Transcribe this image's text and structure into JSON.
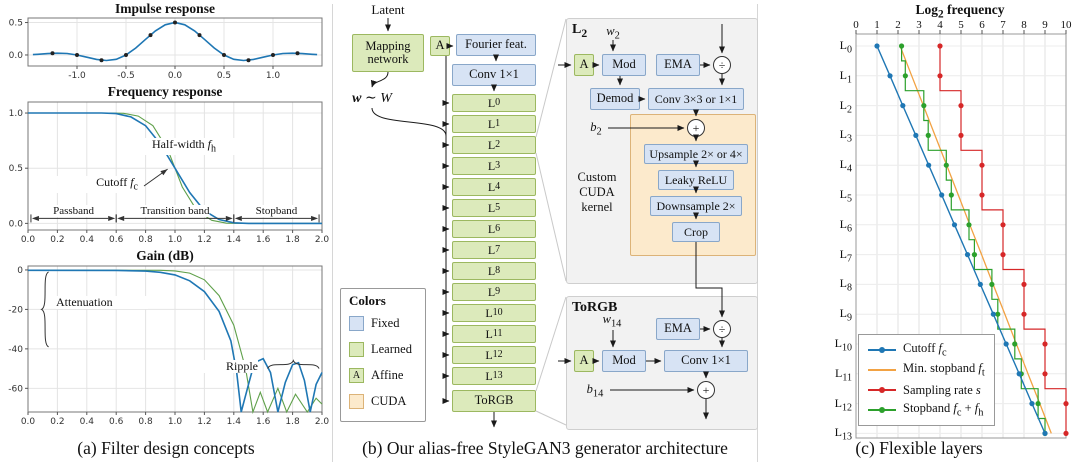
{
  "panel_a": {
    "caption": "(a) Filter design concepts"
  },
  "panel_b": {
    "caption": "(b) Our alias-free StyleGAN3 generator architecture",
    "latent": "Latent",
    "mapping_network": "Mapping\nnetwork",
    "w_label": "<b><i>w</i></b> ∼ <i>W</i>",
    "affine_symbol": "A",
    "fourier": "Fourier feat.",
    "conv1": "Conv 1×1",
    "layers": [
      "L<sub>0</sub>",
      "L<sub>1</sub>",
      "L<sub>2</sub>",
      "L<sub>3</sub>",
      "L<sub>4</sub>",
      "L<sub>5</sub>",
      "L<sub>6</sub>",
      "L<sub>7</sub>",
      "L<sub>8</sub>",
      "L<sub>9</sub>",
      "L<sub>10</sub>",
      "L<sub>11</sub>",
      "L<sub>12</sub>",
      "L<sub>13</sub>"
    ],
    "torgb": "ToRGB",
    "colors": {
      "fixed": "#d7e3f4",
      "fixed_b": "#89a7c9",
      "learned": "#dceabb",
      "learned_b": "#9cb860",
      "cuda": "#fceacc",
      "cuda_b": "#dcb378"
    },
    "legend": {
      "title": "Colors",
      "items": [
        {
          "label": "Fixed",
          "key": "fixed"
        },
        {
          "label": "Learned",
          "key": "learned"
        },
        {
          "label": "Affine",
          "key": "learned",
          "symbol": "A"
        },
        {
          "label": "CUDA",
          "key": "cuda"
        }
      ]
    },
    "l2_panel": {
      "title": "L<sub>2</sub>",
      "w": "<i>w</i><sub>2</sub>",
      "a": "A",
      "mod": "Mod",
      "ema": "EMA",
      "div": "÷",
      "demod": "Demod",
      "conv": "Conv 3×3 or 1×1",
      "b": "<i>b</i><sub>2</sub>",
      "plus": "+",
      "cuda_label": "Custom\nCUDA\nkernel",
      "upsample": "Upsample 2× or 4×",
      "lrelu": "Leaky ReLU",
      "downsample": "Downsample 2×",
      "crop": "Crop"
    },
    "torgb_panel": {
      "title": "ToRGB",
      "w": "<i>w</i><sub>14</sub>",
      "a": "A",
      "mod": "Mod",
      "ema": "EMA",
      "div": "÷",
      "conv": "Conv 1×1",
      "b": "<i>b</i><sub>14</sub>",
      "plus": "+"
    }
  },
  "panel_c": {
    "caption": "(c) Flexible layers"
  },
  "chart_data": [
    {
      "id": "impulse-response",
      "type": "line",
      "title": "Impulse response",
      "xlim": [
        -1.5,
        1.5
      ],
      "ylim": [
        -0.17,
        0.57
      ],
      "xticks": {
        "values": [
          -1,
          -0.5,
          0,
          0.5,
          1
        ],
        "labels": [
          "-1.0",
          "-0.5",
          "0.0",
          "0.5",
          "1.0"
        ]
      },
      "yticks": {
        "values": [
          0.5,
          0
        ],
        "labels": [
          "0.5",
          "0.0"
        ]
      },
      "series": [
        {
          "id": "impulse",
          "color": "#1f77b4",
          "width": 1.6,
          "points": [
            [
              -1.45,
              0.005
            ],
            [
              -1.4,
              0.01
            ],
            [
              -1.3,
              0.021
            ],
            [
              -1.2,
              0.028
            ],
            [
              -1.1,
              0.022
            ],
            [
              -1.0,
              0
            ],
            [
              -0.9,
              -0.034
            ],
            [
              -0.8,
              -0.069
            ],
            [
              -0.7,
              -0.085
            ],
            [
              -0.6,
              -0.066
            ],
            [
              -0.5,
              0
            ],
            [
              -0.4,
              0.108
            ],
            [
              -0.3,
              0.241
            ],
            [
              -0.2,
              0.371
            ],
            [
              -0.1,
              0.465
            ],
            [
              0,
              0.5
            ],
            [
              0.1,
              0.465
            ],
            [
              0.2,
              0.371
            ],
            [
              0.3,
              0.241
            ],
            [
              0.4,
              0.108
            ],
            [
              0.5,
              0
            ],
            [
              0.6,
              -0.066
            ],
            [
              0.7,
              -0.085
            ],
            [
              0.8,
              -0.069
            ],
            [
              0.9,
              -0.034
            ],
            [
              1.0,
              0
            ],
            [
              1.1,
              0.022
            ],
            [
              1.2,
              0.028
            ],
            [
              1.3,
              0.021
            ],
            [
              1.4,
              0.01
            ],
            [
              1.45,
              0.005
            ]
          ]
        }
      ],
      "markers": {
        "color": "#222",
        "r": 2,
        "points": [
          [
            -1.25,
            0.026
          ],
          [
            -1,
            0
          ],
          [
            -0.75,
            -0.082
          ],
          [
            -0.5,
            0
          ],
          [
            -0.25,
            0.306
          ],
          [
            0,
            0.5
          ],
          [
            0.25,
            0.306
          ],
          [
            0.5,
            0
          ],
          [
            0.75,
            -0.082
          ],
          [
            1,
            0
          ],
          [
            1.25,
            0.026
          ]
        ]
      }
    },
    {
      "id": "frequency-response",
      "type": "line",
      "title": "Frequency response",
      "xlim": [
        0,
        2
      ],
      "ylim": [
        -0.06,
        1.1
      ],
      "xticks": {
        "values": [
          0,
          0.2,
          0.4,
          0.6,
          0.8,
          1,
          1.2,
          1.4,
          1.6,
          1.8,
          2
        ],
        "labels": [
          "0.0",
          "0.2",
          "0.4",
          "0.6",
          "0.8",
          "1.0",
          "1.2",
          "1.4",
          "1.6",
          "1.8",
          "2.0"
        ]
      },
      "yticks": {
        "values": [
          1,
          0.5,
          0
        ],
        "labels": [
          "1.0",
          "0.5",
          "0.0"
        ]
      },
      "series": [
        {
          "id": "ideal-response",
          "color": "#5fa04a",
          "width": 1.1,
          "points": [
            [
              0,
              1
            ],
            [
              0.55,
              1
            ],
            [
              0.65,
              0.998
            ],
            [
              0.75,
              0.972
            ],
            [
              0.85,
              0.885
            ],
            [
              0.95,
              0.67
            ],
            [
              1.0,
              0.5
            ],
            [
              1.05,
              0.33
            ],
            [
              1.15,
              0.115
            ],
            [
              1.25,
              0.028
            ],
            [
              1.35,
              0.002
            ],
            [
              1.45,
              0
            ],
            [
              2,
              0
            ]
          ]
        },
        {
          "id": "filter-response",
          "color": "#1f77b4",
          "width": 1.6,
          "points": [
            [
              0,
              1
            ],
            [
              0.5,
              1
            ],
            [
              0.6,
              0.995
            ],
            [
              0.7,
              0.965
            ],
            [
              0.8,
              0.885
            ],
            [
              0.9,
              0.72
            ],
            [
              1.0,
              0.5
            ],
            [
              1.1,
              0.28
            ],
            [
              1.2,
              0.115
            ],
            [
              1.3,
              0.035
            ],
            [
              1.4,
              0.005
            ],
            [
              1.5,
              0
            ],
            [
              2,
              0
            ]
          ]
        }
      ],
      "annotations": {
        "half_width": {
          "label": "Half-width <i>f</i><sub>h</sub>",
          "x1": 0.8,
          "x2": 1.32,
          "y": 0.63
        },
        "cutoff": {
          "label": "Cutoff <i>f</i><sub>c</sub>",
          "point": [
            0.97,
            0.51
          ]
        },
        "band_y": 0.045,
        "bands": [
          {
            "label": "Passband",
            "x1": 0.02,
            "x2": 0.6
          },
          {
            "label": "Transition band",
            "x1": 0.6,
            "x2": 1.4
          },
          {
            "label": "Stopband",
            "x1": 1.4,
            "x2": 1.98
          }
        ]
      }
    },
    {
      "id": "gain-db",
      "type": "line",
      "title": "Gain (dB)",
      "xlim": [
        0,
        2
      ],
      "ylim": [
        -72,
        2
      ],
      "xticks": {
        "values": [
          0,
          0.2,
          0.4,
          0.6,
          0.8,
          1,
          1.2,
          1.4,
          1.6,
          1.8,
          2
        ],
        "labels": [
          "0.0",
          "0.2",
          "0.4",
          "0.6",
          "0.8",
          "1.0",
          "1.2",
          "1.4",
          "1.6",
          "1.8",
          "2.0"
        ]
      },
      "yticks": {
        "values": [
          0,
          -20,
          -40,
          -60
        ],
        "labels": [
          "0",
          "-20",
          "-40",
          "-60"
        ]
      },
      "series": [
        {
          "id": "gain-ideal",
          "color": "#5fa04a",
          "width": 1.1,
          "points": [
            [
              0,
              -0.1
            ],
            [
              0.9,
              -0.2
            ],
            [
              1.0,
              -0.5
            ],
            [
              1.1,
              -1.6
            ],
            [
              1.2,
              -5
            ],
            [
              1.3,
              -13
            ],
            [
              1.4,
              -28
            ],
            [
              1.48,
              -50
            ],
            [
              1.53,
              -72
            ],
            [
              1.58,
              -62
            ],
            [
              1.63,
              -72
            ],
            [
              1.7,
              -60
            ],
            [
              1.76,
              -72
            ],
            [
              1.82,
              -63
            ],
            [
              1.9,
              -72
            ],
            [
              1.96,
              -65
            ],
            [
              2.0,
              -68
            ]
          ]
        },
        {
          "id": "gain-filter",
          "color": "#1f77b4",
          "width": 1.6,
          "points": [
            [
              0,
              -0.2
            ],
            [
              0.6,
              -0.25
            ],
            [
              0.8,
              -0.6
            ],
            [
              0.9,
              -1.2
            ],
            [
              1.0,
              -2.5
            ],
            [
              1.1,
              -5.5
            ],
            [
              1.2,
              -11
            ],
            [
              1.3,
              -21
            ],
            [
              1.38,
              -36
            ],
            [
              1.42,
              -52
            ],
            [
              1.45,
              -72
            ],
            [
              1.5,
              -58
            ],
            [
              1.54,
              -47
            ],
            [
              1.6,
              -45
            ],
            [
              1.65,
              -52
            ],
            [
              1.7,
              -72
            ],
            [
              1.75,
              -57
            ],
            [
              1.8,
              -48
            ],
            [
              1.84,
              -47
            ],
            [
              1.88,
              -56
            ],
            [
              1.92,
              -72
            ],
            [
              1.96,
              -58
            ],
            [
              2.0,
              -52
            ]
          ]
        }
      ],
      "annotations": {
        "attenuation": {
          "label": "Attenuation",
          "x": 0.14,
          "y1": -1,
          "y2": -39
        },
        "ripple": {
          "label": "Ripple",
          "x1": 1.63,
          "x2": 1.98,
          "y": -50
        }
      }
    },
    {
      "id": "flexible-layers",
      "type": "step-line",
      "title": "Log<sub>2</sub> frequency",
      "xticks": {
        "values": [
          0,
          1,
          2,
          3,
          4,
          5,
          6,
          7,
          8,
          9,
          10
        ],
        "labels": [
          "0",
          "1",
          "2",
          "3",
          "4",
          "5",
          "6",
          "7",
          "8",
          "9",
          "10"
        ]
      },
      "rows": [
        "L<sub>0</sub>",
        "L<sub>1</sub>",
        "L<sub>2</sub>",
        "L<sub>3</sub>",
        "L<sub>4</sub>",
        "L<sub>5</sub>",
        "L<sub>6</sub>",
        "L<sub>7</sub>",
        "L<sub>8</sub>",
        "L<sub>9</sub>",
        "L<sub>10</sub>",
        "L<sub>11</sub>",
        "L<sub>12</sub>",
        "L<sub>13</sub>"
      ],
      "series": [
        {
          "id": "min-stopband",
          "name": "Min. stopband <i>f</i><sub>t</sub>",
          "color": "#f2a243",
          "marker": false,
          "style": "line",
          "width": 1.3,
          "values": [
            2.1,
            2.65,
            3.21,
            3.76,
            4.32,
            4.87,
            5.42,
            5.98,
            6.53,
            7.09,
            7.64,
            8.19,
            8.75,
            9.3
          ]
        },
        {
          "id": "stopband",
          "name": "Stopband <i>f</i><sub>c</sub> + <i>f</i><sub>h</sub>",
          "color": "#2ca02c",
          "marker": true,
          "style": "step",
          "width": 1.2,
          "values": [
            2.17,
            2.35,
            3.23,
            3.44,
            4.3,
            4.54,
            5.38,
            5.64,
            6.47,
            6.75,
            7.56,
            7.87,
            8.67,
            9.0
          ]
        },
        {
          "id": "sampling-rate",
          "name": "Sampling rate <i>s</i>",
          "color": "#d62728",
          "marker": true,
          "style": "step",
          "width": 1.2,
          "values": [
            4,
            4,
            5,
            5,
            6,
            6,
            7,
            7,
            8,
            8,
            9,
            9,
            10,
            10
          ]
        },
        {
          "id": "cutoff",
          "name": "Cutoff <i>f</i><sub>c</sub>",
          "color": "#1f77b4",
          "marker": true,
          "style": "line",
          "width": 1.4,
          "values": [
            1.0,
            1.62,
            2.23,
            2.85,
            3.46,
            4.08,
            4.69,
            5.31,
            5.92,
            6.54,
            7.15,
            7.77,
            8.38,
            9.0
          ]
        }
      ],
      "legend_order": [
        "cutoff",
        "min-stopband",
        "sampling-rate",
        "stopband"
      ]
    }
  ]
}
